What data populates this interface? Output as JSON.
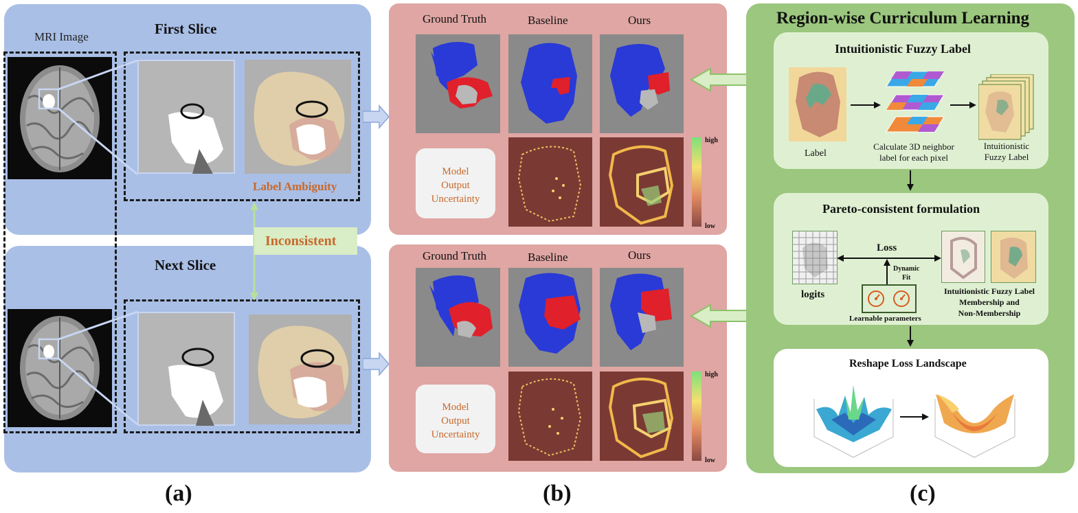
{
  "panel_a": {
    "mri_label": "MRI Image",
    "first_slice": "First Slice",
    "next_slice": "Next Slice",
    "label_ambiguity": "Label Ambiguity",
    "inconsistent": "Inconsistent",
    "caption": "(a)"
  },
  "panel_b": {
    "top": {
      "col_gt": "Ground Truth",
      "col_baseline": "Baseline",
      "col_ours": "Ours",
      "uncertainty_label": "Model\nOutput\nUncertainty",
      "scale_high": "high",
      "scale_low": "low"
    },
    "bottom": {
      "col_gt": "Ground Truth",
      "col_baseline": "Baseline",
      "col_ours": "Ours",
      "uncertainty_label": "Model\nOutput\nUncertainty",
      "scale_high": "high",
      "scale_low": "low"
    },
    "caption": "(b)"
  },
  "panel_c": {
    "title": "Region-wise Curriculum Learning",
    "fuzzy": {
      "title": "Intuitionistic Fuzzy Label",
      "label": "Label",
      "calc": "Calculate 3D neighbor\nlabel for each pixel",
      "result": "Intuitionistic\nFuzzy Label"
    },
    "pareto": {
      "title": "Pareto-consistent formulation",
      "loss": "Loss",
      "dynamic_fit": "Dynamic\nFit",
      "logits": "logits",
      "learnable": "Learnable parameters",
      "membership": "Intuitionistic Fuzzy Label\nMembership and\nNon-Membership"
    },
    "reshape": {
      "title": "Reshape Loss Landscape"
    },
    "caption": "(c)"
  },
  "colors": {
    "blue_panel": "#a9bfe6",
    "red_panel": "#dfa6a3",
    "green_panel": "#9bc77e",
    "orange_text": "#c8682a",
    "tumor_blue": "#2a3ad6",
    "tumor_red": "#e0202a"
  }
}
